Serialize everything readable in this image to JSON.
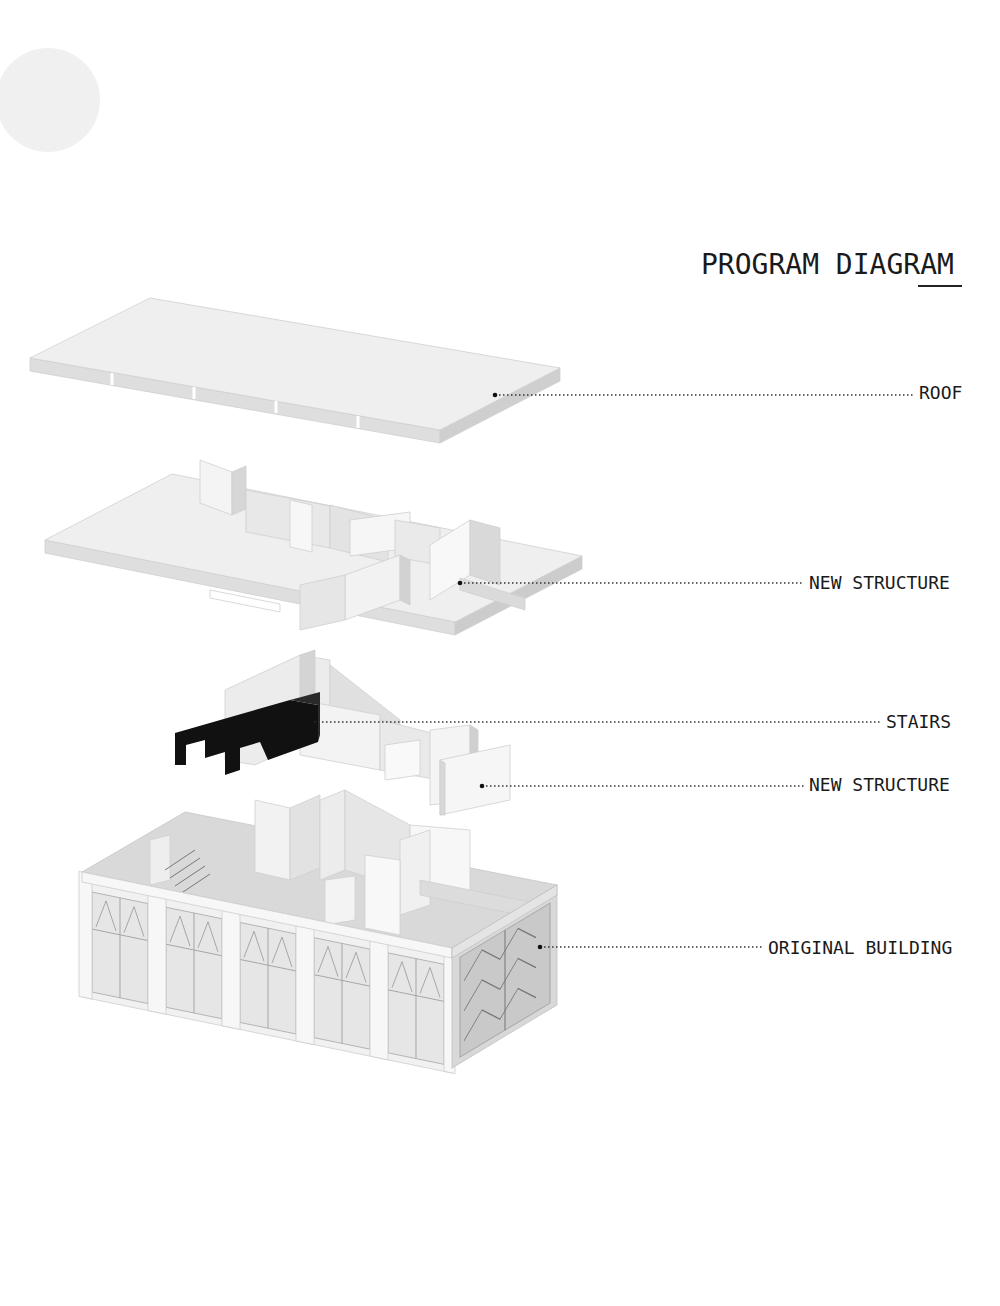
{
  "diagram": {
    "title": "PROGRAM DIAGRAM",
    "labels": [
      "ROOF",
      "NEW STRUCTURE",
      "STAIRS",
      "NEW STRUCTURE",
      "ORIGINAL BUILDING"
    ]
  }
}
